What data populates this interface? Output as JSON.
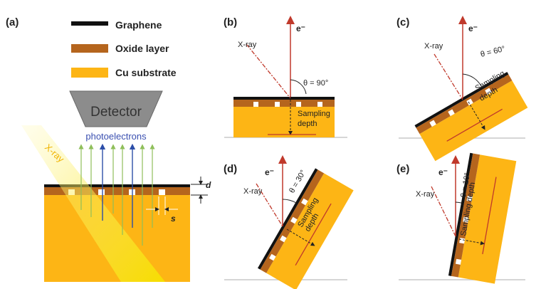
{
  "panels": {
    "a": "(a)",
    "b": "(b)",
    "c": "(c)",
    "d": "(d)",
    "e": "(e)"
  },
  "legend": {
    "graphene": "Graphene",
    "oxide": "Oxide layer",
    "cu": "Cu substrate"
  },
  "panel_a": {
    "detector": "Detector",
    "photoelectrons": "photoelectrons",
    "xray": "X-ray",
    "d": "d",
    "s": "s"
  },
  "panel_b": {
    "electron": "e⁻",
    "xray": "X-ray",
    "theta": "θ = 90°",
    "sampling": "Sampling",
    "depth": "depth"
  },
  "panel_c": {
    "electron": "e⁻",
    "xray": "X-ray",
    "theta": "θ = 60°",
    "sampling": "Sampling",
    "depth": "depth"
  },
  "panel_d": {
    "electron": "e⁻",
    "xray": "X-ray",
    "theta": "θ = 30°",
    "sampling": "Sampling",
    "depth": "depth"
  },
  "panel_e": {
    "electron": "e⁻",
    "xray": "X-ray",
    "theta": "θ = 10°",
    "sampling": "Sampling depth"
  },
  "colors": {
    "graphene": "#111111",
    "oxide": "#b5651d",
    "cu": "#fdb515",
    "electron_arrow": "#c0392b",
    "xray_line": "#c0392b",
    "detector": "#8c8c8c",
    "photoelectron_green": "#8fbf5a",
    "photoelectron_blue": "#2c4ea8"
  }
}
